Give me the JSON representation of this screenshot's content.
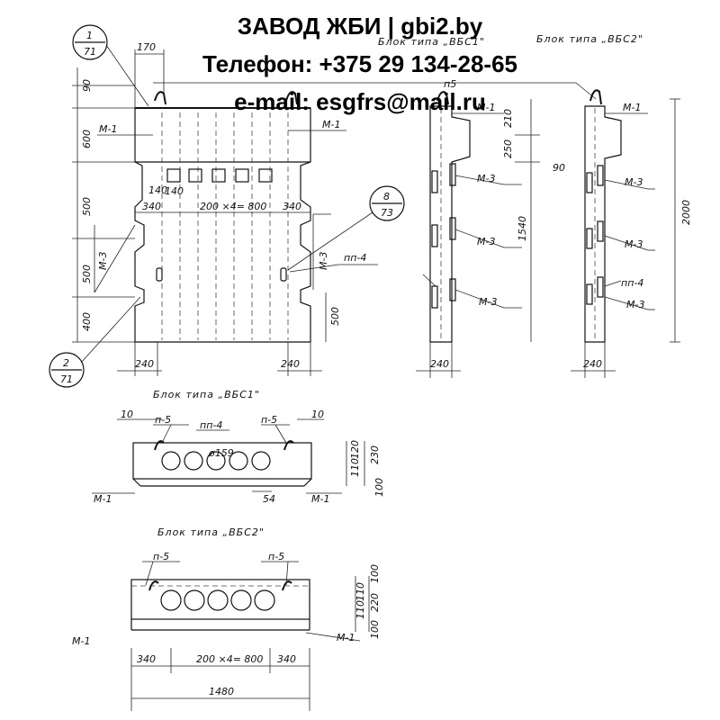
{
  "watermark": {
    "line1": "ЗАВОД ЖБИ | gbi2.by",
    "line2": "Телефон: +375 29 134-28-65",
    "line3": "e-mail: esgfrs@mail.ru"
  },
  "titles": {
    "vbs1_elev": "Блок типа „ВБС1\"",
    "vbs2_elev": "Блок типа „ВБС2\"",
    "vbs1_plan": "Блок типа „ВБС1\"",
    "vbs2_plan": "Блок типа „ВБС2\""
  },
  "callouts": {
    "c1_top": "1",
    "c1_bottom": "71",
    "c2_top": "2",
    "c2_bottom": "71",
    "c8_top": "8",
    "c8_bottom": "73"
  },
  "labels": {
    "m1": "М-1",
    "m3": "М-3",
    "pp4": "пп-4",
    "p5": "п-5",
    "p5_top": "п5"
  },
  "front": {
    "d_top_170": "170",
    "d_90": "90",
    "d_600": "600",
    "d_500a": "500",
    "d_500b": "500",
    "d_400": "400",
    "d_140a": "140",
    "d_140b": "140",
    "d_340a": "340",
    "d_200x4": "200 ×4= 800",
    "d_340b": "340",
    "d_500c": "500",
    "d_240a": "240",
    "d_240b": "240"
  },
  "side1": {
    "d_210": "210",
    "d_1540": "1540",
    "d_240": "240"
  },
  "side2": {
    "d_250": "250",
    "d_90": "90",
    "d_2000": "2000",
    "d_240": "240"
  },
  "plan1": {
    "d_10a": "10",
    "d_10b": "10",
    "d_54": "54",
    "d_120": "120",
    "d_110": "110",
    "d_230": "230",
    "d_100": "100",
    "d_dia": "ø159"
  },
  "plan2": {
    "d_100a": "100",
    "d_110a": "110",
    "d_110b": "110",
    "d_220": "220",
    "d_100b": "100",
    "d_340a": "340",
    "d_200x4": "200 ×4= 800",
    "d_340b": "340",
    "d_1480": "1480"
  }
}
